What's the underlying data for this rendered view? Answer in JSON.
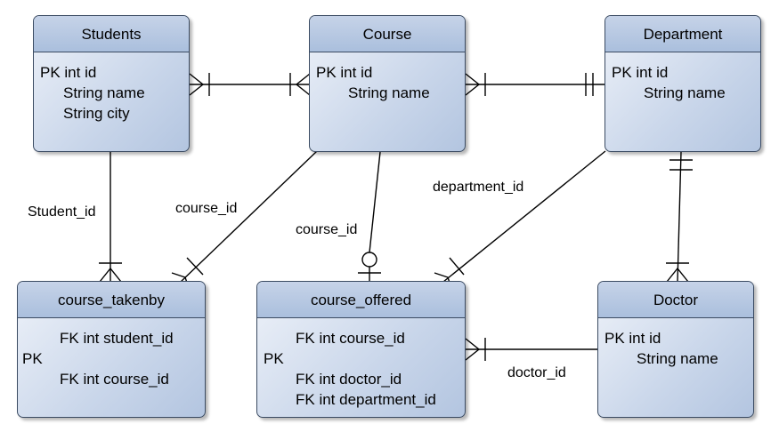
{
  "entities": {
    "students": {
      "title": "Students",
      "rows": [
        "PK int id",
        "String name",
        "String city"
      ]
    },
    "course": {
      "title": "Course",
      "rows": [
        "PK  int id",
        "String name"
      ]
    },
    "department": {
      "title": "Department",
      "rows": [
        "PK  int id",
        "String name"
      ]
    },
    "course_takenby": {
      "title": "course_takenby",
      "rows": [
        "FK  int student_id",
        "PK",
        "FK  int course_id"
      ]
    },
    "course_offered": {
      "title": "course_offered",
      "rows": [
        "FK  int course_id",
        "PK",
        "FK  int doctor_id",
        "FK  int department_id"
      ]
    },
    "doctor": {
      "title": "Doctor",
      "rows": [
        "PK  int id",
        "String name"
      ]
    }
  },
  "relationships": {
    "student_id": "Student_id",
    "course_id_takenby": "course_id",
    "course_id_offered": "course_id",
    "department_id": "department_id",
    "doctor_id": "doctor_id"
  },
  "colors": {
    "header": "#aabfdd",
    "body": "#c9d6ea",
    "border": "#3b4b62",
    "line": "#000000"
  }
}
